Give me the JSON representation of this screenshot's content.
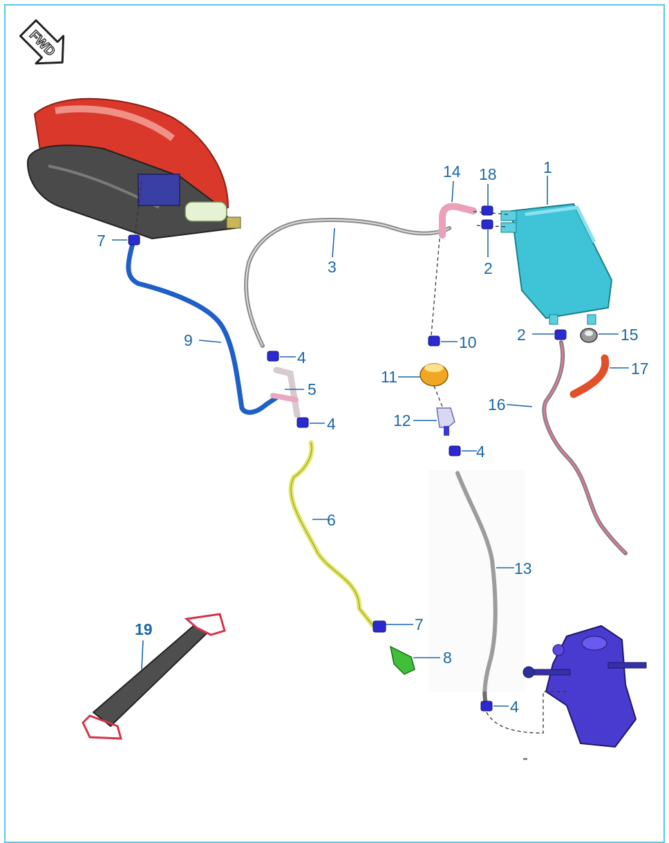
{
  "badge": {
    "text": "FWD"
  },
  "callouts": {
    "c1": "1",
    "c2a": "2",
    "c2b": "2",
    "c3": "3",
    "c4a": "4",
    "c4b": "4",
    "c4c": "4",
    "c4d": "4",
    "c5": "5",
    "c6": "6",
    "c7a": "7",
    "c7b": "7",
    "c8": "8",
    "c9": "9",
    "c10": "10",
    "c11": "11",
    "c12": "12",
    "c13": "13",
    "c14": "14",
    "c15": "15",
    "c16": "16",
    "c17": "17",
    "c18": "18",
    "c19": "19"
  },
  "colors": {
    "frame": "#5cc6e6",
    "callout": "#1a67a8",
    "tank_red": "#d9382a",
    "canister": "#3ec4d6",
    "clamp": "#2a2ad0",
    "hose_blue": "#1f5fc8",
    "hose_yellow": "#e3e86a",
    "hose_grey": "#7b7b7b",
    "hose_pink": "#e07a9a",
    "hose_orange": "#e2502a",
    "throttle_body": "#4a3bd0"
  }
}
